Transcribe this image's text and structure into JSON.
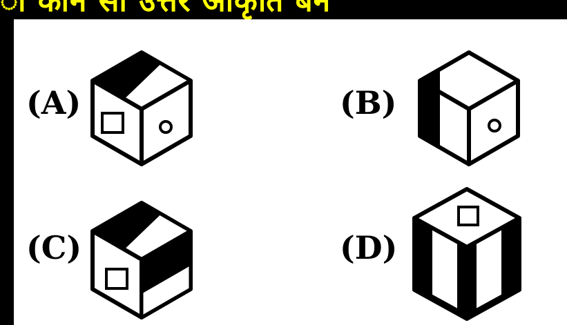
{
  "banner": {
    "text": "ा कौन सा उत्तर आकृति बन"
  },
  "options": [
    {
      "label": "(A)"
    },
    {
      "label": "(B)"
    },
    {
      "label": "(C)"
    },
    {
      "label": "(D)"
    }
  ],
  "colors": {
    "background": "#000000",
    "panel": "#FFFFFF",
    "banner_text": "#FFFF00",
    "ink": "#000000"
  }
}
